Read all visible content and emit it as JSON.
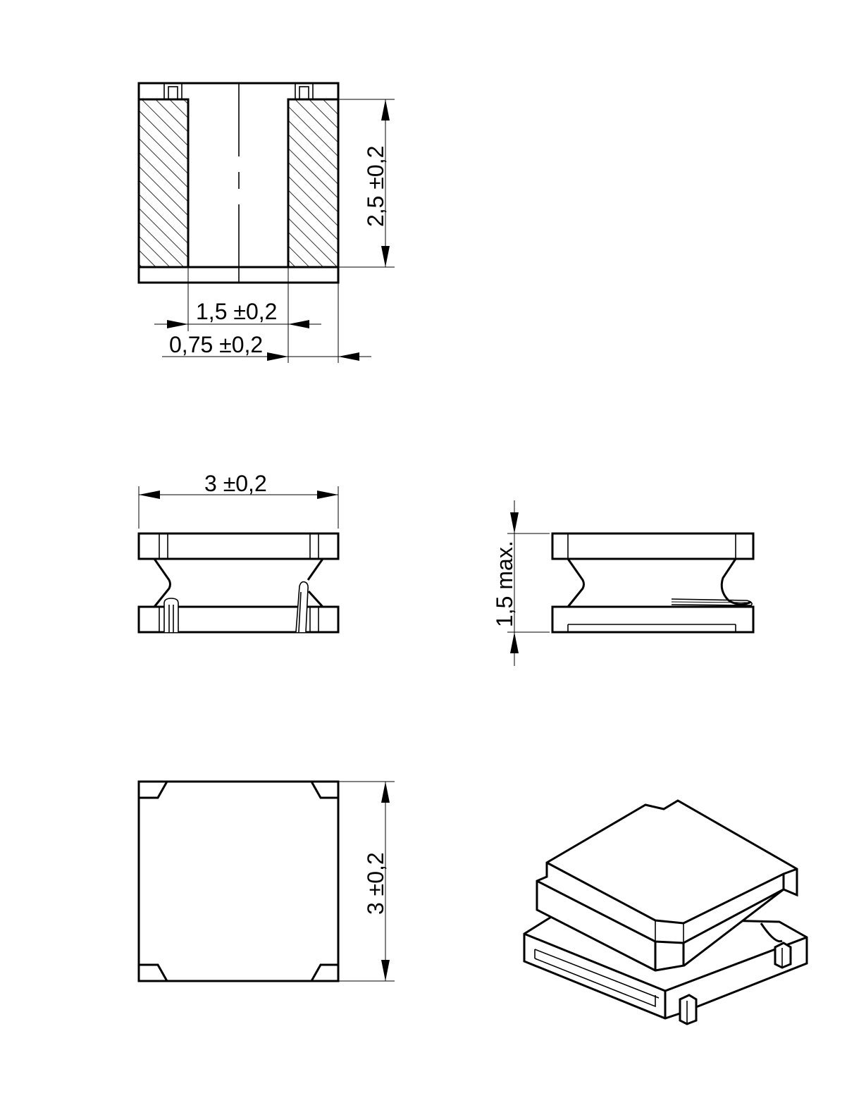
{
  "dimensions": {
    "height_top": "2,5 ±0,2",
    "pad_gap": "1,5 ±0,2",
    "pad_width": "0,75 ±0,2",
    "length_side": "3 ±0,2",
    "height_max": "1,5 max.",
    "width_bottom": "3 ±0,2"
  },
  "colors": {
    "line": "#000000",
    "background": "#ffffff"
  }
}
